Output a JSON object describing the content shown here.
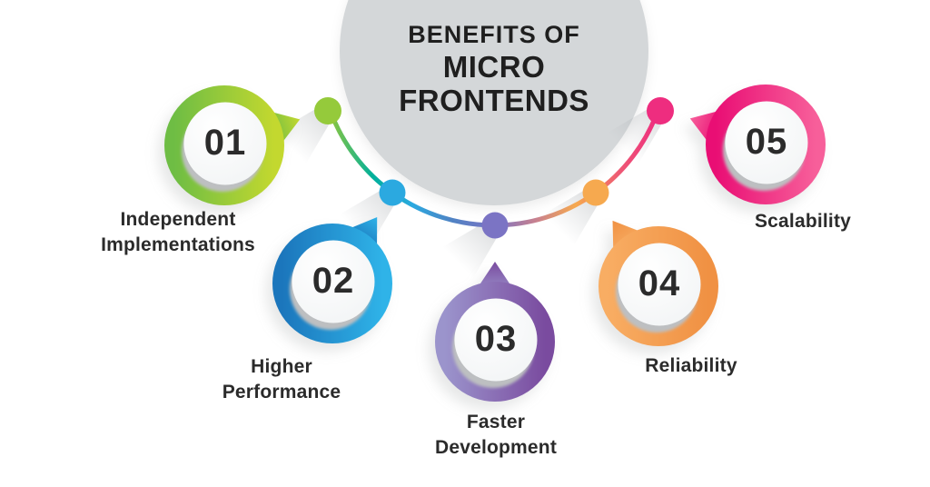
{
  "title": {
    "line1": "BENEFITS OF",
    "line2": "MICRO",
    "line3": "FRONTENDS"
  },
  "colors": {
    "background": "#ffffff",
    "title_circle": "#d4d7d9",
    "number_text": "#2b2b2b",
    "label_text": "#2b2b2b",
    "arc_gradient": [
      "#8dc63f",
      "#00b09b",
      "#2ba9e0",
      "#4f83c4",
      "#7b74c4",
      "#c9818e",
      "#f6a94f",
      "#ee5a74",
      "#ee2d7f"
    ]
  },
  "items": [
    {
      "number": "01",
      "lines": [
        "Independent",
        "Implementations"
      ],
      "ring_gradient": [
        "#6ebd44",
        "#c3d82f"
      ],
      "dot_color": "#95ca3b"
    },
    {
      "number": "02",
      "lines": [
        "Higher",
        "Performance"
      ],
      "ring_gradient": [
        "#1b76bc",
        "#2fb3e8"
      ],
      "dot_color": "#2ba9e0"
    },
    {
      "number": "03",
      "lines": [
        "Faster",
        "Development"
      ],
      "ring_gradient": [
        "#9b94cc",
        "#7a4b9f"
      ],
      "dot_color": "#7b74c4"
    },
    {
      "number": "04",
      "lines": [
        "Reliability"
      ],
      "ring_gradient": [
        "#f8ad63",
        "#f09143"
      ],
      "dot_color": "#f6a94f"
    },
    {
      "number": "05",
      "lines": [
        "Scalability"
      ],
      "ring_gradient": [
        "#e90e74",
        "#f75f9a"
      ],
      "dot_color": "#ee2d7f"
    }
  ]
}
